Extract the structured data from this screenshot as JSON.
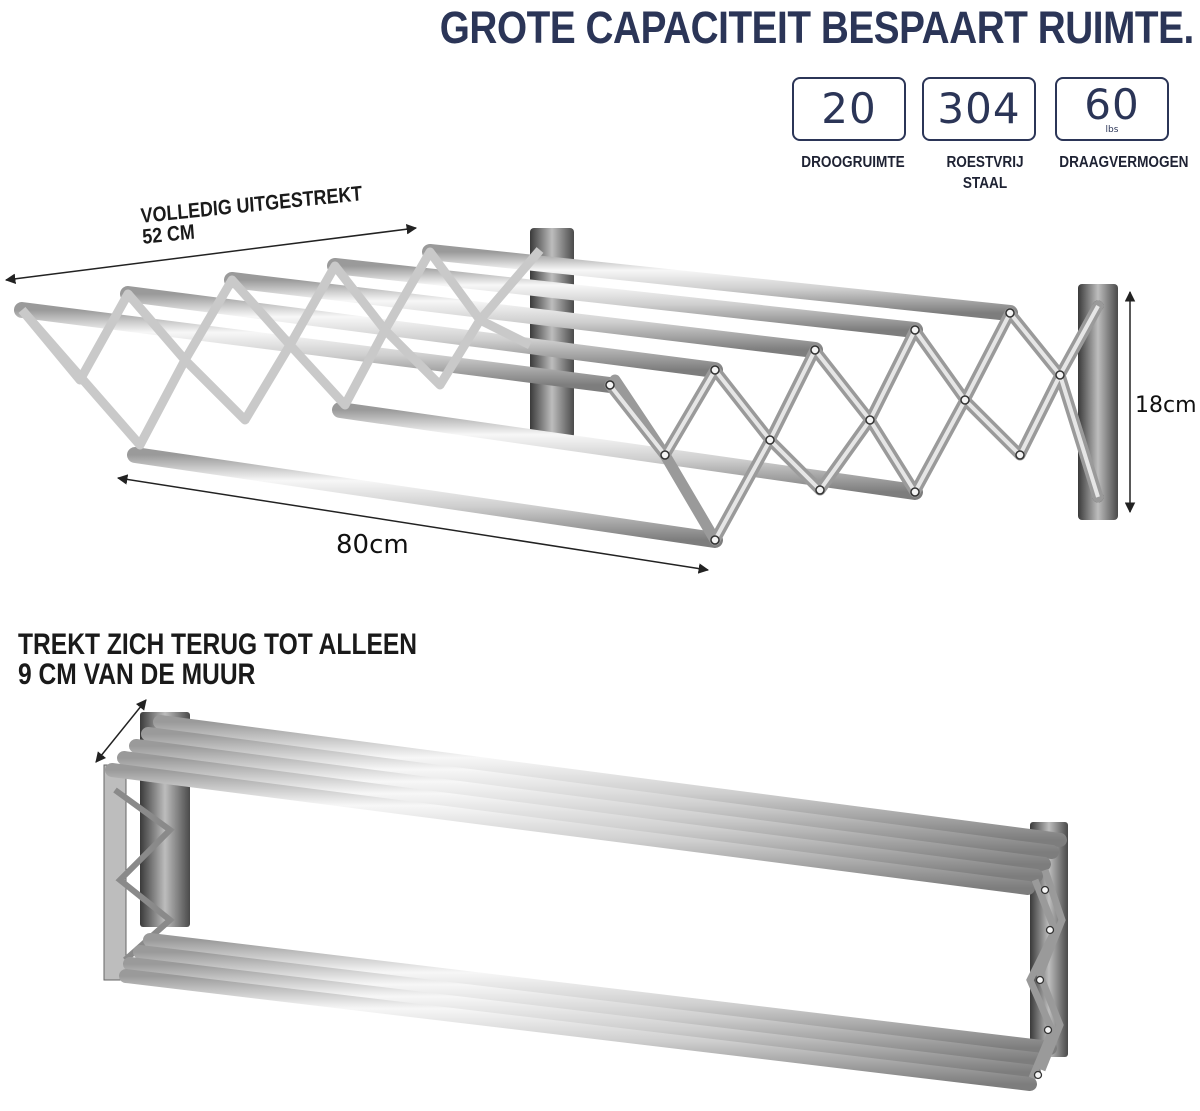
{
  "headline": "GROTE CAPACITEIT BESPAART RUIMTE.",
  "specs": [
    {
      "value": "20",
      "unit": "",
      "label": "DROOGRUIMTE"
    },
    {
      "value": "304",
      "unit": "",
      "label": "ROESTVRIJ STAAL"
    },
    {
      "value": "60",
      "unit": "lbs",
      "label": "DRAAGVERMOGEN"
    }
  ],
  "extended": {
    "caption_line1": "VOLLEDIG UITGESTREKT",
    "caption_line2": "52 CM",
    "width_label": "80cm",
    "height_label": "18cm"
  },
  "retracted": {
    "caption_line1": "TREKT ZICH TERUG TOT ALLEEN",
    "caption_line2": "9 CM VAN DE MUUR"
  },
  "colors": {
    "navy": "#2b3557",
    "steel_light": "#f2f2f2",
    "steel_dark": "#8a8a8a"
  }
}
